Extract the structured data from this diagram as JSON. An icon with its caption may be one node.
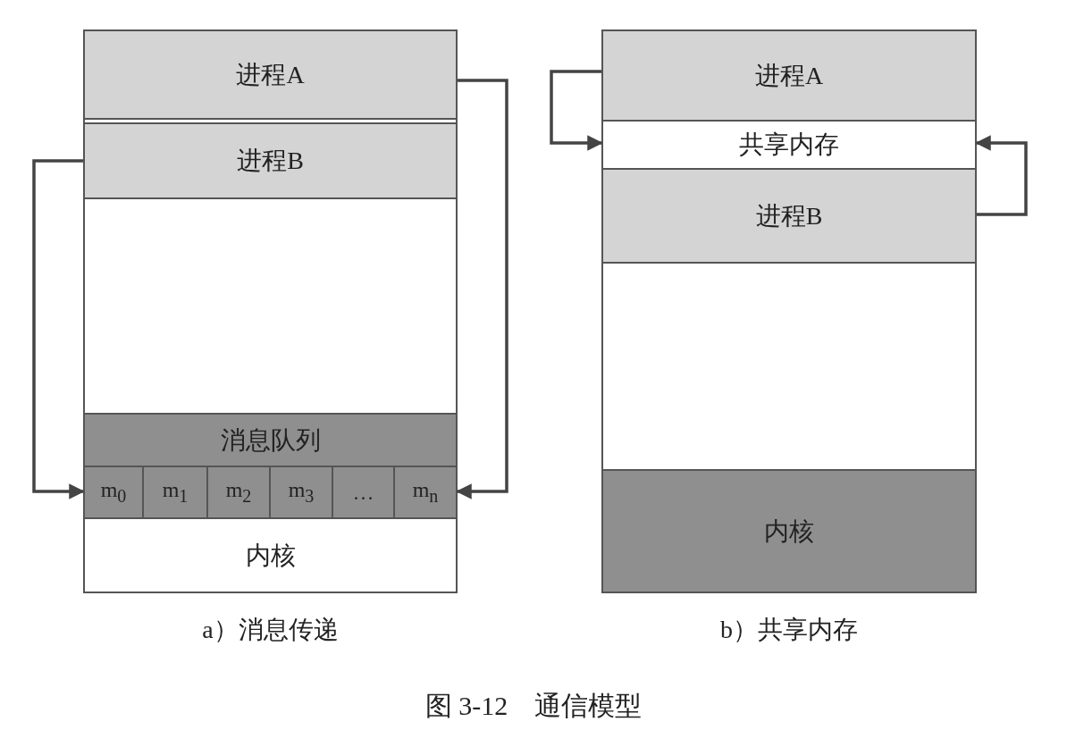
{
  "diagram": {
    "caption": "图 3-12　通信模型",
    "nodes": [
      {
        "text": [],
        "shape": "box",
        "beside": [
          "a）消息传递"
        ]
      },
      {
        "text": [
          "进程A"
        ],
        "in": 0
      },
      {
        "text": [
          "进程B"
        ],
        "in": 0
      },
      {
        "text": [
          "消息队列"
        ],
        "in": 0
      },
      {
        "text": [
          "m$_{0}$"
        ],
        "in": 0
      },
      {
        "text": [
          "m$_{1}$"
        ],
        "in": 0
      },
      {
        "text": [
          "m$_{2}$"
        ],
        "in": 0
      },
      {
        "text": [
          "m$_{3}$"
        ],
        "in": 0
      },
      {
        "text": [
          "…"
        ],
        "in": 0
      },
      {
        "text": [
          "m$_{n}$"
        ],
        "in": 0
      },
      {
        "text": [
          "内核"
        ],
        "in": 0
      },
      {
        "text": [],
        "shape": "box",
        "beside": [
          "b）共享内存"
        ]
      },
      {
        "text": [
          "进程A"
        ],
        "in": 11
      },
      {
        "text": [
          "共享内存"
        ],
        "in": 11
      },
      {
        "text": [
          "进程B"
        ],
        "in": 11
      },
      {
        "text": [
          "内核"
        ],
        "in": 11
      }
    ],
    "edges": [
      {
        "from": 2,
        "to": 4,
        "arrow": "to"
      },
      {
        "from": 1,
        "to": 9,
        "arrow": "to"
      },
      {
        "from": 12,
        "to": 13,
        "arrow": "to"
      },
      {
        "from": 14,
        "to": 13,
        "arrow": "to"
      }
    ]
  }
}
